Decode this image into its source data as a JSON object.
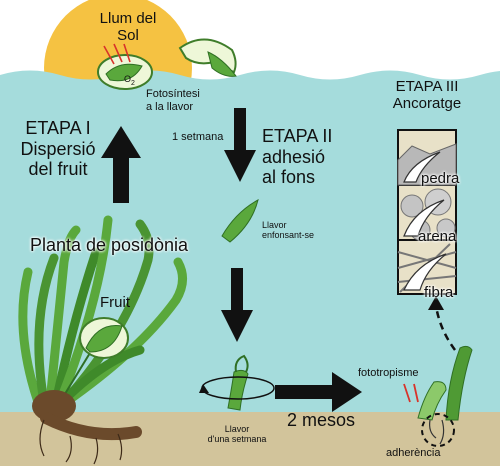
{
  "labels": {
    "sunlight": "Llum del\nSol",
    "o2": "O",
    "o2_sub": "2",
    "photosynthesis": "Fotosíntesi\na la llavor",
    "one_week": "1 setmana",
    "stage1": "ETAPA I\nDispersió\ndel fruit",
    "stage2": "ETAPA II\nadhesió\nal fons",
    "stage3": "ETAPA III\nAncoratge",
    "plant": "Planta de posidònia",
    "fruit": "Fruit",
    "sinking_seed": "Llavor\nenfonsant-se",
    "week_old_seed": "Llavor\nd'una setmana",
    "two_months": "2 mesos",
    "phototropism": "fototropisme",
    "adherence": "adherència",
    "rock": "pedra",
    "sand": "arena",
    "fiber": "fibra"
  },
  "colors": {
    "sea": "#a5dcdc",
    "sky": "#ffffff",
    "sun": "#f5c242",
    "seabed": "#d2c49b",
    "leaf": "#5aa83c",
    "leaf_dark": "#2f6f24",
    "panel": "#e8e1c8"
  }
}
